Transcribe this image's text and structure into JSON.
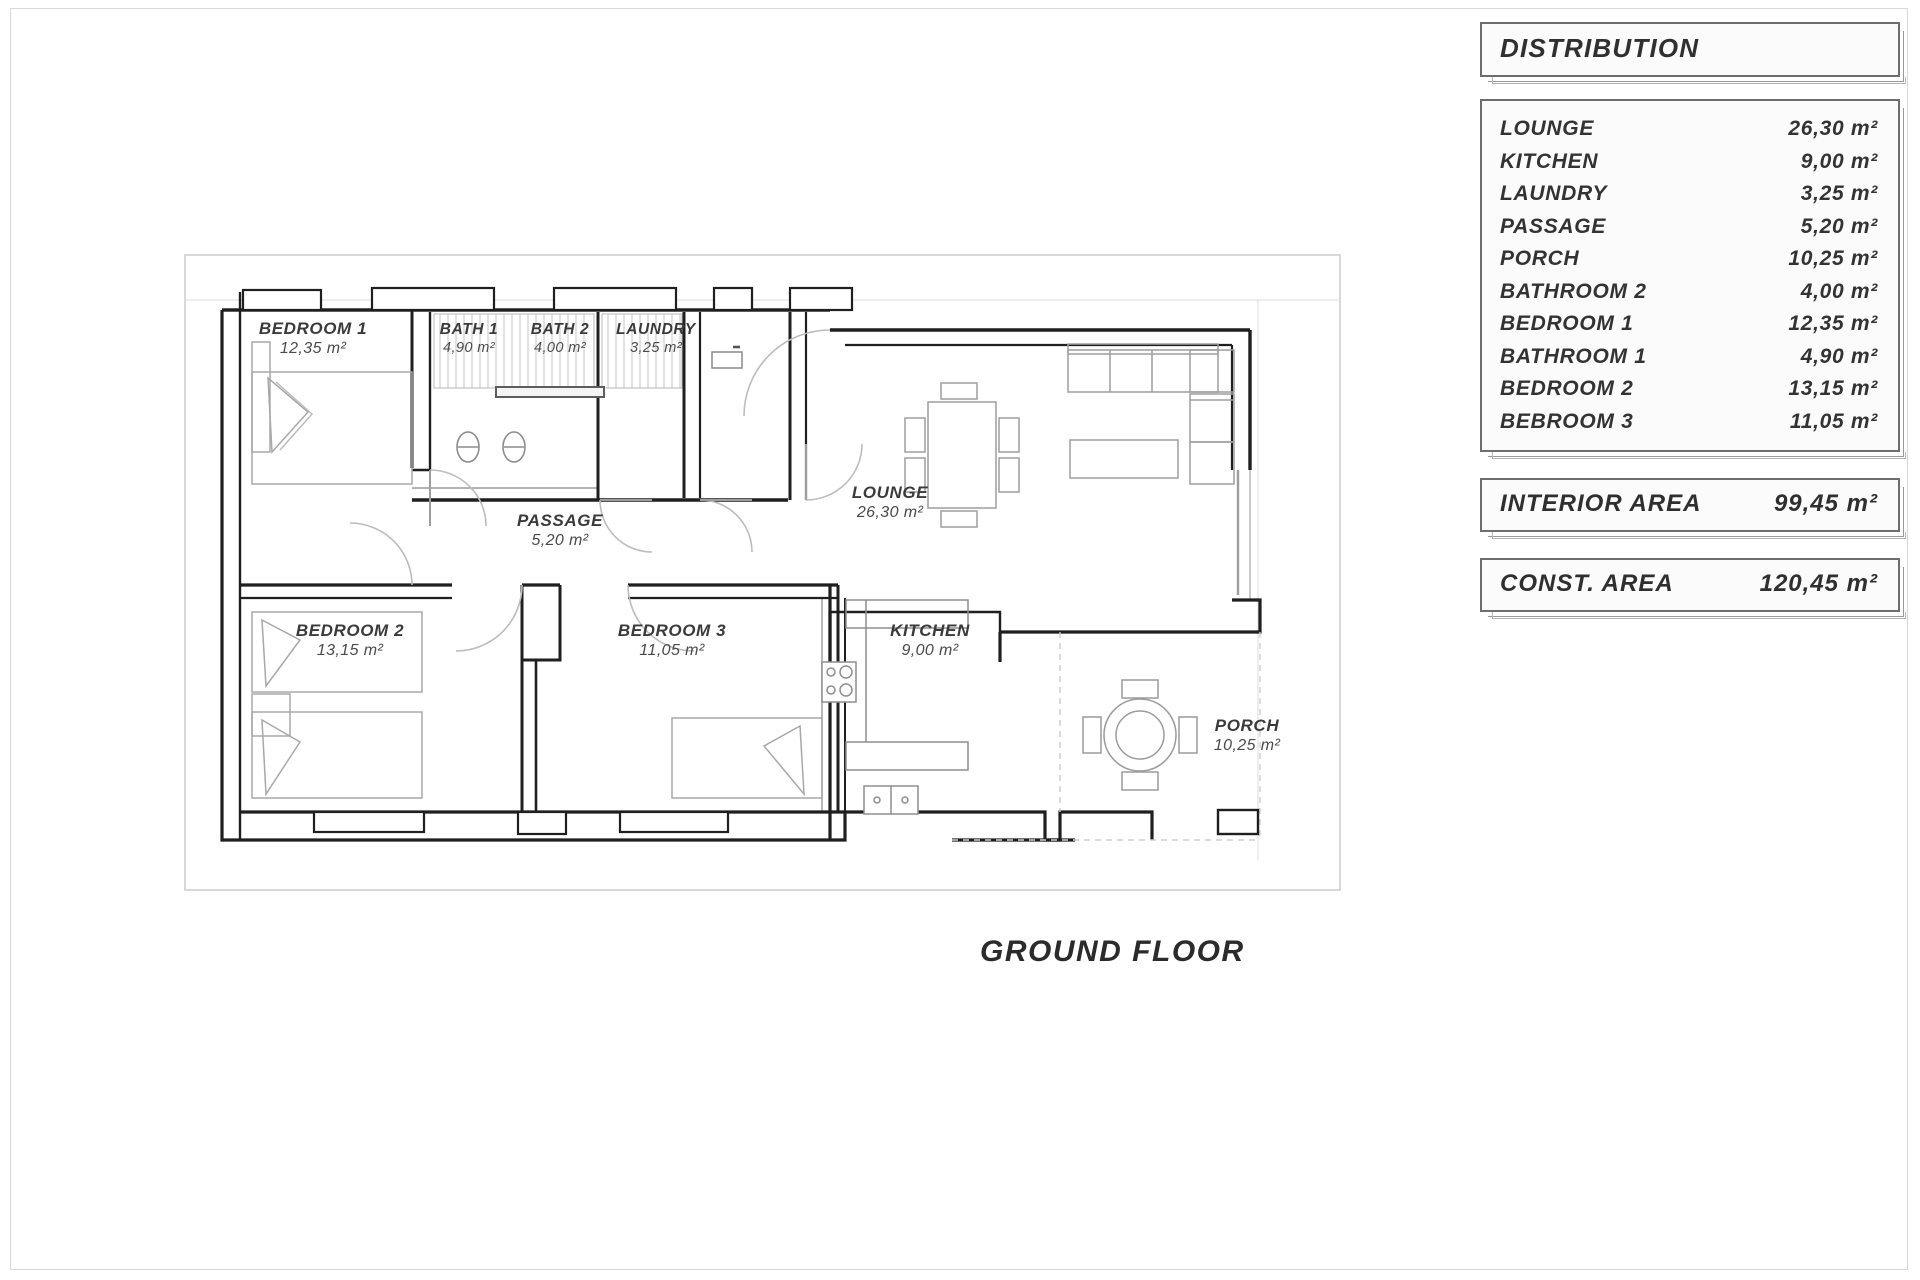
{
  "sheet": {
    "plan_caption": "GROUND FLOOR"
  },
  "legend": {
    "title": "DISTRIBUTION",
    "rooms": [
      {
        "name": "LOUNGE",
        "area": "26,30 m²"
      },
      {
        "name": "KITCHEN",
        "area": "9,00 m²"
      },
      {
        "name": "LAUNDRY",
        "area": "3,25 m²"
      },
      {
        "name": "PASSAGE",
        "area": "5,20 m²"
      },
      {
        "name": "PORCH",
        "area": "10,25 m²"
      },
      {
        "name": "BATHROOM 2",
        "area": "4,00 m²"
      },
      {
        "name": "BEDROOM 1",
        "area": "12,35 m²"
      },
      {
        "name": "BATHROOM 1",
        "area": "4,90 m²"
      },
      {
        "name": "BEDROOM 2",
        "area": "13,15 m²"
      },
      {
        "name": "BEBROOM 3",
        "area": "11,05 m²"
      }
    ],
    "interior_area": {
      "label": "INTERIOR AREA",
      "value": "99,45 m²"
    },
    "const_area": {
      "label": "CONST. AREA",
      "value": "120,45 m²"
    }
  },
  "plan_rooms": [
    {
      "key": "bedroom1",
      "name": "BEDROOM 1",
      "area": "12,35 m²"
    },
    {
      "key": "bath1",
      "name": "BATH 1",
      "area": "4,90 m²"
    },
    {
      "key": "bath2",
      "name": "BATH 2",
      "area": "4,00 m²"
    },
    {
      "key": "laundry",
      "name": "LAUNDRY",
      "area": "3,25 m²"
    },
    {
      "key": "passage",
      "name": "PASSAGE",
      "area": "5,20 m²"
    },
    {
      "key": "lounge",
      "name": "LOUNGE",
      "area": "26,30 m²"
    },
    {
      "key": "bedroom2",
      "name": "BEDROOM 2",
      "area": "13,15 m²"
    },
    {
      "key": "bedroom3",
      "name": "BEDROOM 3",
      "area": "11,05 m²"
    },
    {
      "key": "kitchen",
      "name": "KITCHEN",
      "area": "9,00 m²"
    },
    {
      "key": "porch",
      "name": "PORCH",
      "area": "10,25 m²"
    }
  ],
  "colors": {
    "wall": "#1f1f1f",
    "furniture": "#9b9b9b",
    "thin": "#b9b9b9",
    "text": "#333333",
    "frame": "#6d6d6d"
  }
}
